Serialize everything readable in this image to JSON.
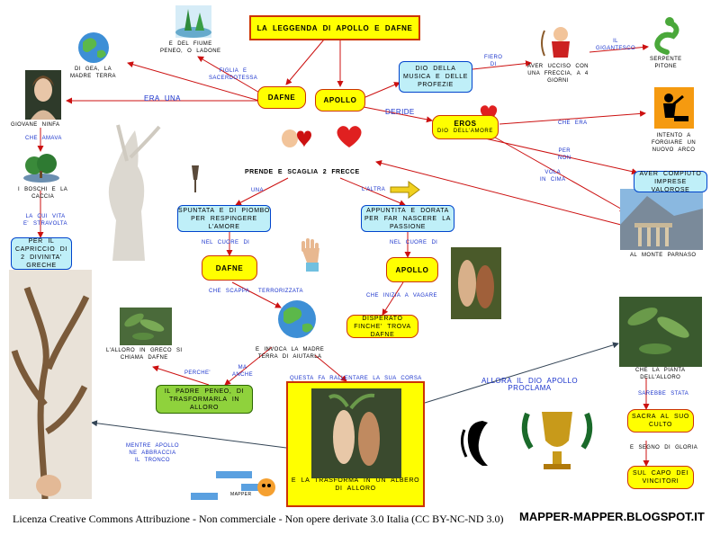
{
  "nodes": {
    "title": "LA LEGGENDA DI APOLLO E DAFNE",
    "dafne": "DAFNE",
    "apollo": "APOLLO",
    "dio_musica": "DIO DELLA MUSICA E DELLE PROFEZIE",
    "eros": "EROS",
    "eros_sub": "DIO DELL'AMORE",
    "aver_compiuto": "AVER COMPIUTO IMPRESE VALOROSE",
    "spuntata": "SPUNTATA E DI PIOMBO PER RESPINGERE L'AMORE",
    "appuntita": "APPUNTITA E DORATA PER FAR NASCERE LA PASSIONE",
    "dafne2": "DAFNE",
    "apollo2": "APOLLO",
    "disperato": "DISPERATO FINCHE' TROVA DAFNE",
    "per_capriccio": "PER IL CAPRICCIO DI 2 DIVINITA' GRECHE",
    "peneo": "IL PADRE PENEO, DI TRASFORMARLA IN ALLORO",
    "trasforma": "E LA TRASFORMA IN UN ALBERO DI ALLORO",
    "sacra": "SACRA AL SUO CULTO",
    "capo": "SUL CAPO DEI VINCITORI"
  },
  "texts": {
    "fiume": "E DEL FIUME\nPENEO, O LADONE",
    "gea": "DI GEA, LA\nMADRE TERRA",
    "ninfa": "GIOVANE NINFA",
    "boschi": "I BOSCHI E LA\nCACCIA",
    "prende": "PRENDE E SCAGLIA 2 FRECCE",
    "aver_ucciso": "AVER UCCISO CON\nUNA FRECCIA, A 4\nGIORNI",
    "serpente": "SERPENTE\nPITONE",
    "intento": "INTENTO A\nFORGIARE UN\nNUOVO ARCO",
    "monte": "AL MONTE PARNASO",
    "alloro_greco": "L'ALLORO IN GRECO SI\nCHIAMA DAFNE",
    "invoca": "E INVOCA LA MADRE\nTERRA DI AIUTARLA",
    "pianta": "CHE LA PIANTA\nDELL'ALLORO",
    "segno": "E SEGNO DI GLORIA"
  },
  "labels": {
    "figlia": "FIGLIA E\nSACERDOTESSA",
    "era_una": "ERA UNA",
    "fiero_di": "FIERO\nDI",
    "il_gigantesco": "IL\nGIGANTESCO",
    "deride": "DERIDE",
    "che_era": "CHE ERA",
    "per_non": "PER\nNON",
    "vola": "VOLA\nIN CIMA",
    "che_amava": "CHE AMAVA",
    "la_cui_vita": "LA CUI VITA\nE' STRAVOLTA",
    "una": "UNA",
    "laltra": "L'ALTRA",
    "nel_cuore_1": "NEL CUORE DI",
    "nel_cuore_2": "NEL CUORE DI",
    "che_scappa": "CHE SCAPPA",
    "terrorizzata": "TERRORIZZATA",
    "che_inizia": "CHE INIZIA A VAGARE",
    "perche": "PERCHE'",
    "ma_anche": "MA\nANCHE",
    "questa_fa": "QUESTA FA RALLENTARE LA SUA CORSA",
    "allora_il_dio": "ALLORA IL DIO APOLLO\nPROCLAMA",
    "sarebbe_stata": "SAREBBE STATA",
    "mentre_apollo": "MENTRE APOLLO\nNE ABBRACCIA\nIL TRONCO"
  },
  "footer": {
    "license": "Licenza Creative Commons Attribuzione - Non commerciale - Non opere derivate 3.0 Italia (CC BY-NC-ND 3.0)",
    "site": "MAPPER-MAPPER.BLOGSPOT.IT"
  },
  "mascot_label": "MAPPER",
  "icons": {
    "globe_top": "globe-icon",
    "globe_mid": "globe-icon",
    "river": "river-landscape-icon",
    "cupid_archer": "cupid-archer-icon",
    "snake": "snake-icon",
    "blacksmith": "blacksmith-icon",
    "hearts": "heart-icon",
    "arrow": "arrow-icon",
    "arrowhead": "lead-arrowhead-icon",
    "hand": "hand-icon",
    "laurel_wreath": "laurel-wreath-icon",
    "trophy": "trophy-icon",
    "mascot": "mapper-mascot-icon"
  },
  "colors": {
    "connector": "#cc1111",
    "connector_dark": "#334455",
    "label": "#1a33cc",
    "yellow": "#ffff00",
    "cyan": "#bfeff8",
    "green": "#8fd23c"
  }
}
